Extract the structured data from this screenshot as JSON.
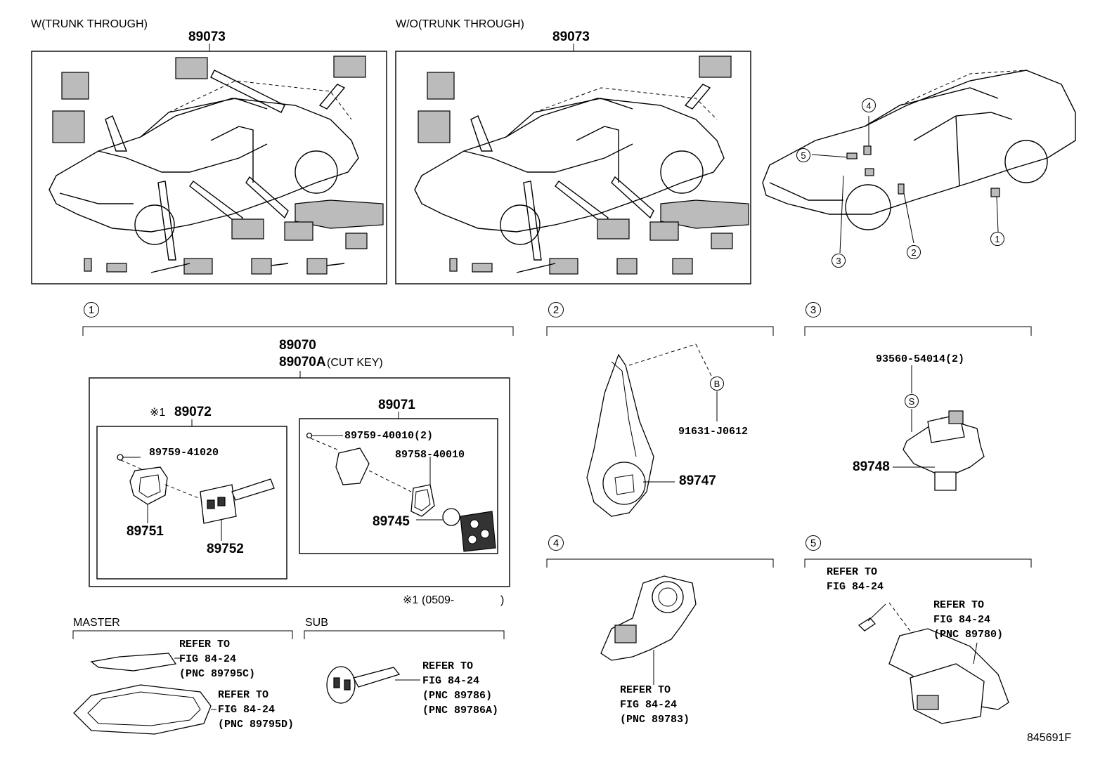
{
  "headers": {
    "with_trunk": "W(TRUNK THROUGH)",
    "without_trunk": "W/O(TRUNK THROUGH)",
    "master": "MASTER",
    "sub": "SUB"
  },
  "callouts": {
    "c1": "1",
    "c2": "2",
    "c3": "3",
    "c4": "4",
    "c5": "5",
    "b": "B",
    "s": "S"
  },
  "parts": {
    "p89073a": "89073",
    "p89073b": "89073",
    "p89070": "89070",
    "p89070a": "89070A",
    "cut_key": "(CUT KEY)",
    "p89072": "89072",
    "note_mark": "※1",
    "p89071": "89071",
    "p89759_41020": "89759-41020",
    "p89759_40010": "89759-40010(2)",
    "p89758_40010": "89758-40010",
    "p89751": "89751",
    "p89752": "89752",
    "p89745": "89745",
    "p89747": "89747",
    "p91631": "91631-J0612",
    "p93560": "93560-54014(2)",
    "p89748": "89748"
  },
  "note": {
    "mark": "※1",
    "range": "(0509-",
    "close": ")"
  },
  "refs": {
    "master_top": [
      "REFER TO",
      "FIG 84-24",
      "(PNC 89795C)"
    ],
    "master_bottom": [
      "REFER TO",
      "FIG 84-24",
      "(PNC 89795D)"
    ],
    "sub": [
      "REFER TO",
      "FIG 84-24",
      "(PNC 89786)",
      "(PNC 89786A)"
    ],
    "sec4": [
      "REFER TO",
      "FIG 84-24",
      "(PNC 89783)"
    ],
    "sec5_left": [
      "REFER TO",
      "FIG 84-24"
    ],
    "sec5_right": [
      "REFER TO",
      "FIG 84-24",
      "(PNC 89780)"
    ]
  },
  "figure_id": "845691F"
}
